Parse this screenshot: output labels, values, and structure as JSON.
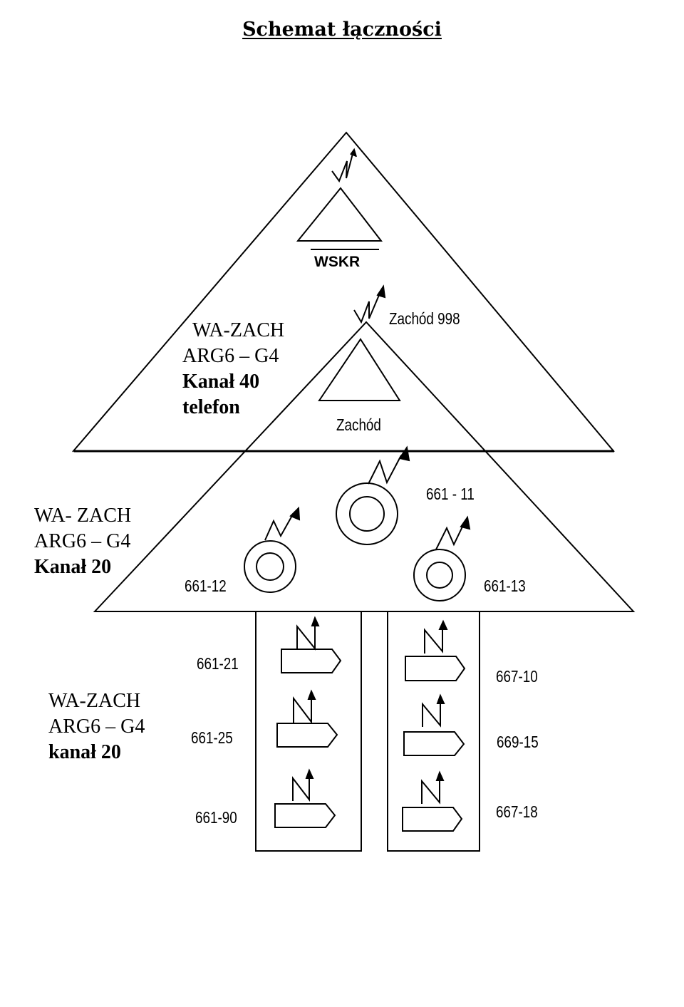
{
  "title": "Schemat łączności",
  "top_group": {
    "station_label": "WSKR",
    "radio_label": "Zachód 998",
    "sub_station_label": "Zachód",
    "info": [
      "WA-ZACH",
      "ARG6 – G4",
      "Kanał 40",
      "telefon"
    ]
  },
  "middle_group": {
    "info": [
      "WA- ZACH",
      "ARG6 – G4",
      "Kanał 20"
    ],
    "stations": [
      "661 - 11",
      "661-12",
      "661-13"
    ]
  },
  "bottom_group": {
    "info": [
      "WA-ZACH",
      "ARG6 – G4",
      "kanał 20"
    ],
    "left_column": [
      "661-21",
      "661-25",
      "661-90"
    ],
    "right_column": [
      "667-10",
      "669-15",
      "667-18"
    ]
  }
}
